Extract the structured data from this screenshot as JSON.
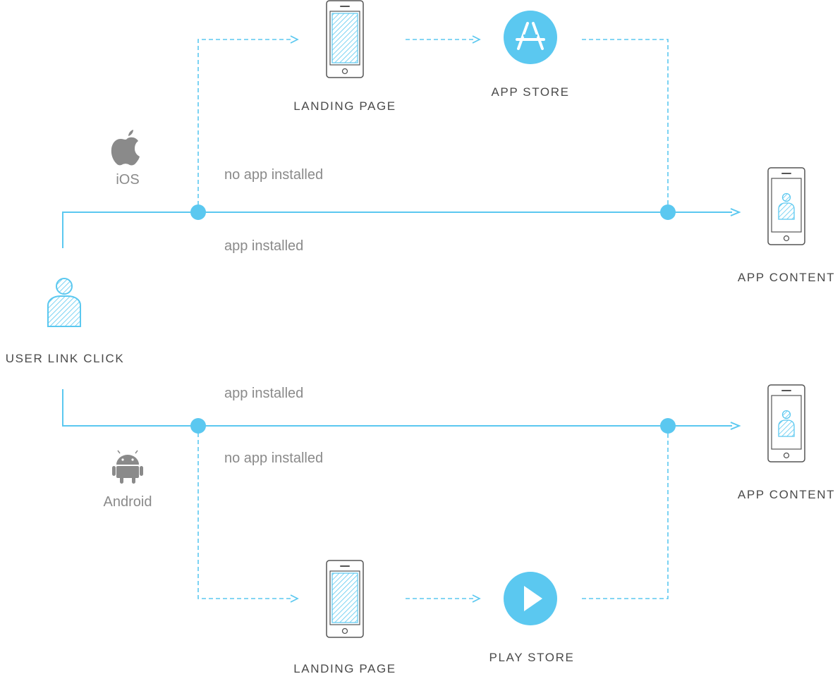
{
  "colors": {
    "accent": "#5bc8f0",
    "device": "#555555",
    "label": "#4a4a4a",
    "muted": "#8a8a8a"
  },
  "user": {
    "label": "USER LINK CLICK",
    "icon": "user-icon"
  },
  "ios": {
    "platform": "iOS",
    "platform_icon": "apple-icon",
    "no_app_label": "no app installed",
    "app_label": "app installed",
    "landing_label": "LANDING PAGE",
    "store_label": "APP STORE",
    "store_icon": "app-store-icon",
    "content_label": "APP CONTENT"
  },
  "android": {
    "platform": "Android",
    "platform_icon": "android-icon",
    "no_app_label": "no app installed",
    "app_label": "app installed",
    "landing_label": "LANDING PAGE",
    "store_label": "PLAY STORE",
    "store_icon": "play-store-icon",
    "content_label": "APP CONTENT"
  }
}
